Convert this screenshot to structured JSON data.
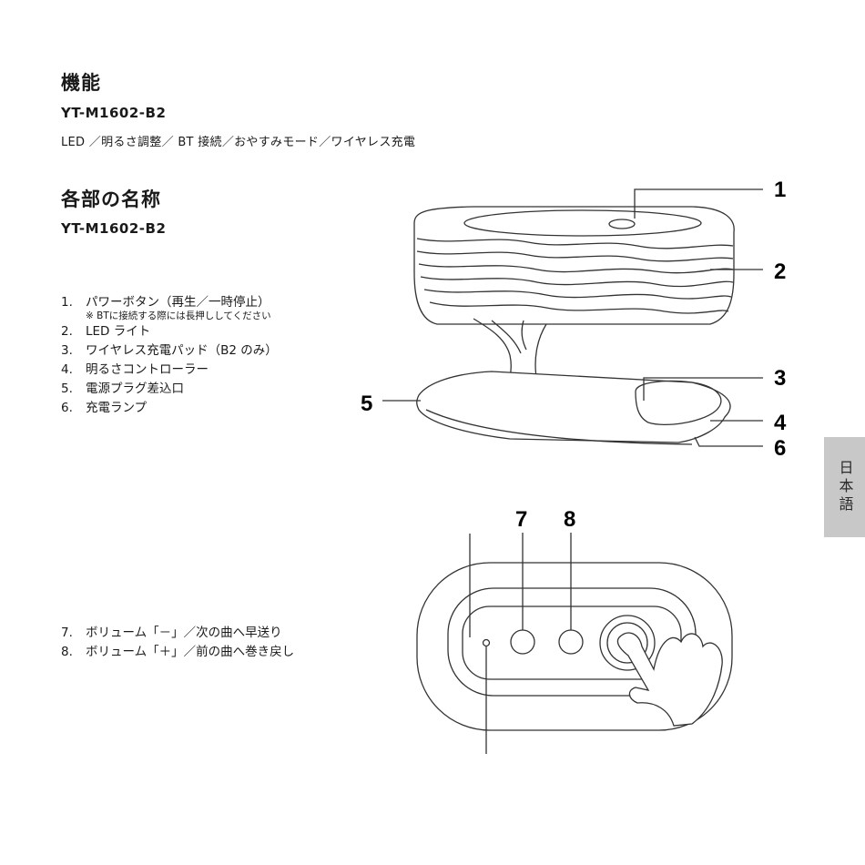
{
  "features": {
    "heading": "機能",
    "model": "YT-M1602-B2",
    "text": "LED ／明るさ調整／ BT 接続／おやすみモード／ワイヤレス充電"
  },
  "parts": {
    "heading": "各部の名称",
    "model": "YT-M1602-B2",
    "items": [
      {
        "num": "1.",
        "label": "パワーボタン（再生／一時停止）",
        "note": "※ BTに接続する際には長押ししてください"
      },
      {
        "num": "2.",
        "label": "LED ライト"
      },
      {
        "num": "3.",
        "label": "ワイヤレス充電パッド（B2 のみ）"
      },
      {
        "num": "4.",
        "label": "明るさコントローラー"
      },
      {
        "num": "5.",
        "label": "電源プラグ差込口"
      },
      {
        "num": "6.",
        "label": "充電ランプ"
      }
    ],
    "items2": [
      {
        "num": "7.",
        "label": "ボリューム「－」／次の曲へ早送り"
      },
      {
        "num": "8.",
        "label": "ボリューム「＋」／前の曲へ巻き戻し"
      }
    ]
  },
  "callouts": [
    "1",
    "2",
    "3",
    "4",
    "5",
    "6",
    "7",
    "8"
  ],
  "language_tab": "日本語"
}
